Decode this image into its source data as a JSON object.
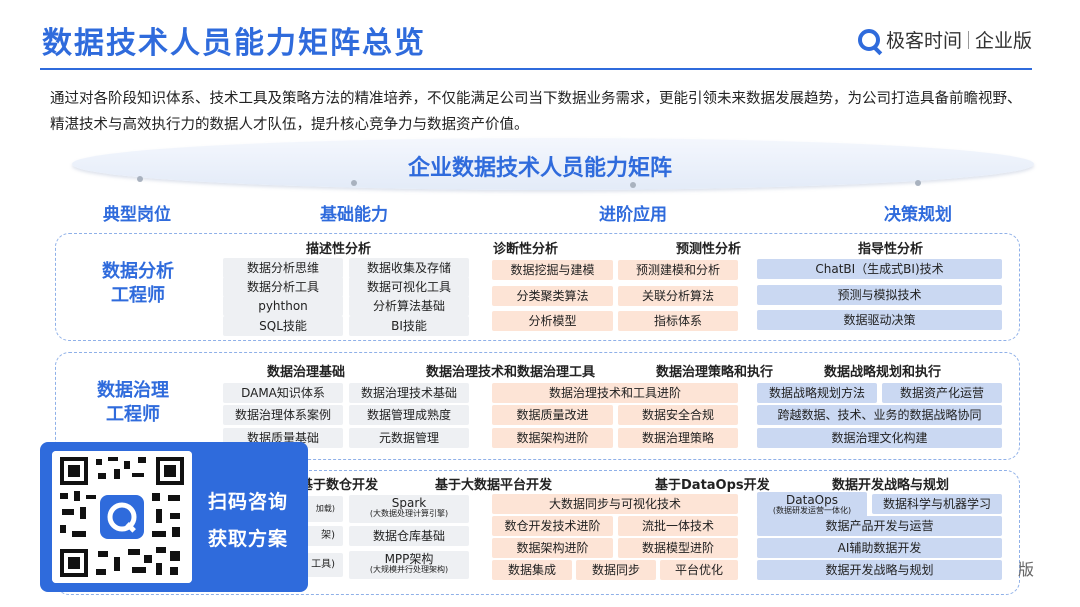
{
  "header": {
    "title": "数据技术人员能力矩阵总览",
    "brand_name": "极客时间",
    "brand_sub": "企业版"
  },
  "intro": "通过对各阶段知识体系、技术工具及策略方法的精准培养，不仅能满足公司当下数据业务需求，更能引领未来数据发展趋势，为公司打造具备前瞻视野、精湛技术与高效执行力的数据人才队伍，提升核心竞争力与数据资产价值。",
  "matrix_title": "企业数据技术人员能力矩阵",
  "columns": [
    "典型岗位",
    "基础能力",
    "进阶应用",
    "决策规划"
  ],
  "analyst": {
    "role": "数据分析工程师",
    "heads": [
      "描述性分析",
      "诊断性分析",
      "预测性分析",
      "指导性分析"
    ],
    "base": [
      "数据分析思维",
      "数据收集及存储",
      "数据分析工具",
      "数据可视化工具",
      "pyhthon",
      "分析算法基础",
      "SQL技能",
      "BI技能"
    ],
    "adv_left": [
      "数据挖掘与建模",
      "分类聚类算法",
      "分析模型"
    ],
    "adv_right": [
      "预测建模和分析",
      "关联分析算法",
      "指标体系"
    ],
    "decision": [
      "ChatBI（生成式BI)技术",
      "预测与模拟技术",
      "数据驱动决策"
    ]
  },
  "governance": {
    "role": "数据治理工程师",
    "heads": [
      "数据治理基础",
      "数据治理技术和数据治理工具",
      "数据治理策略和执行",
      "数据战略规划和执行"
    ],
    "base": [
      "DAMA知识体系",
      "数据治理技术基础",
      "数据治理体系案例",
      "数据管理成熟度",
      "数据质量基础",
      "元数据管理"
    ],
    "adv_wide": "数据治理技术和工具进阶",
    "adv": [
      "数据质量改进",
      "数据安全合规",
      "数据架构进阶",
      "数据治理策略"
    ],
    "decision_top": [
      "数据战略规划方法",
      "数据资产化运营"
    ],
    "decision": [
      "跨越数据、技术、业务的数据战略协同",
      "数据治理文化构建"
    ]
  },
  "dev": {
    "heads": [
      "基于数仓开发",
      "基于大数据平台开发",
      "基于DataOps开发",
      "数据开发战略与规划"
    ],
    "base_left_partial": [
      "加载)",
      "架)",
      "工具)"
    ],
    "base_right": [
      {
        "t": "Spark",
        "s": "(大数据处理计算引擎)"
      },
      {
        "t": "数据仓库基础",
        "s": ""
      },
      {
        "t": "MPP架构",
        "s": "(大规模并行处理架构)"
      }
    ],
    "adv_wide": "大数据同步与可视化技术",
    "adv_mid": [
      "数仓开发技术进阶",
      "流批一体技术",
      "数据架构进阶",
      "数据模型进阶"
    ],
    "adv_bottom": [
      "数据集成",
      "数据同步",
      "平台优化"
    ],
    "decision_top": [
      {
        "t": "DataOps",
        "s": "(数据研发运营一体化)"
      },
      {
        "t": "数据科学与机器学习",
        "s": ""
      }
    ],
    "decision": [
      "数据产品开发与运营",
      "AI辅助数据开发",
      "数据开发战略与规划"
    ]
  },
  "qr": {
    "line1": "扫码咨询",
    "line2": "获取方案"
  },
  "watermark": "版",
  "colors": {
    "accent": "#2f6bdc",
    "base_cell": "#eef0f3",
    "advanced_cell": "#fde4d6",
    "decision_cell": "#cad8f2"
  }
}
